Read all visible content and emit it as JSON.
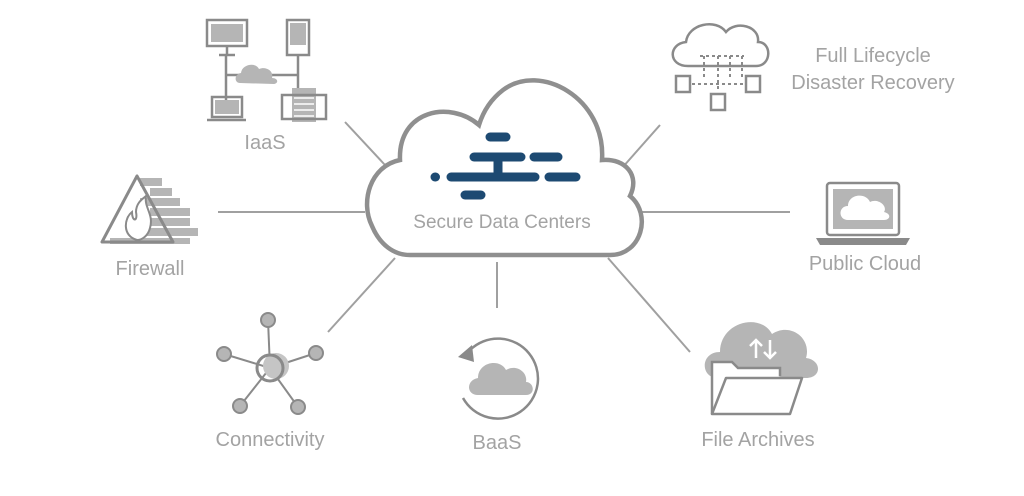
{
  "center": {
    "label": "Secure Data Centers"
  },
  "nodes": {
    "iaas": "IaaS",
    "firewall": "Firewall",
    "connectivity": "Connectivity",
    "baas": "BaaS",
    "file_archives": "File Archives",
    "public_cloud": "Public Cloud",
    "disaster_line1": "Full Lifecycle",
    "disaster_line2": "Disaster Recovery"
  },
  "colors": {
    "accent": "#1d4a72",
    "gray": "#a3a3a3"
  }
}
